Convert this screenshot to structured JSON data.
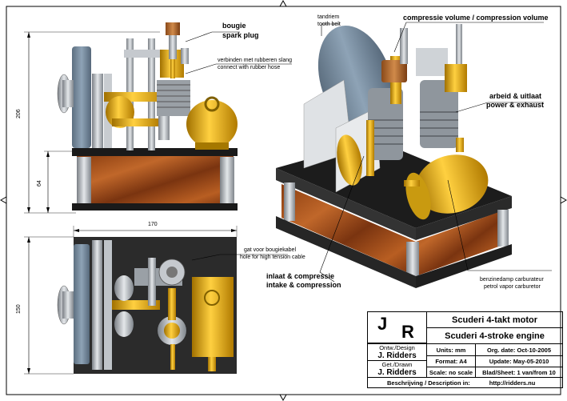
{
  "labels": {
    "bougie": "bougie",
    "spark_plug": "spark plug",
    "hose_nl": "verbinden met rubberen slang",
    "hose_en": "connect with rubber hose",
    "belt_nl": "tandriem",
    "belt_en": "tooth belt",
    "compression_volume": "compressie volume / compression volume",
    "power_nl": "arbeid & uitlaat",
    "power_en": "power & exhaust",
    "hole_nl": "gat voor bougiekabel",
    "hole_en": "hole for high tension cable",
    "intake_nl": "inlaat & compressie",
    "intake_en": "intake & compression",
    "carb_nl": "benzinedamp carburateur",
    "carb_en": "petrol vapor carburetor"
  },
  "dimensions": {
    "height_total": "206",
    "height_base": "64",
    "width": "170",
    "depth": "150"
  },
  "title_block": {
    "logo_j": "J",
    "logo_r": "R",
    "title_nl": "Scuderi 4-takt motor",
    "title_en": "Scuderi 4-stroke engine",
    "design_label": "Ontw./Design",
    "design_name": "J. Ridders",
    "drawn_label": "Get./Drawn",
    "drawn_name": "J. Ridders",
    "units": "Units: mm",
    "org_date": "Org. date: Oct-10-2005",
    "format": "Format: A4",
    "update": "Update: May-05-2010",
    "scale": "Scale: no scale",
    "sheet": "Blad/Sheet: 1 van/from 10",
    "description_label": "Beschrijving / Description in:",
    "url": "http://ridders.nu"
  }
}
